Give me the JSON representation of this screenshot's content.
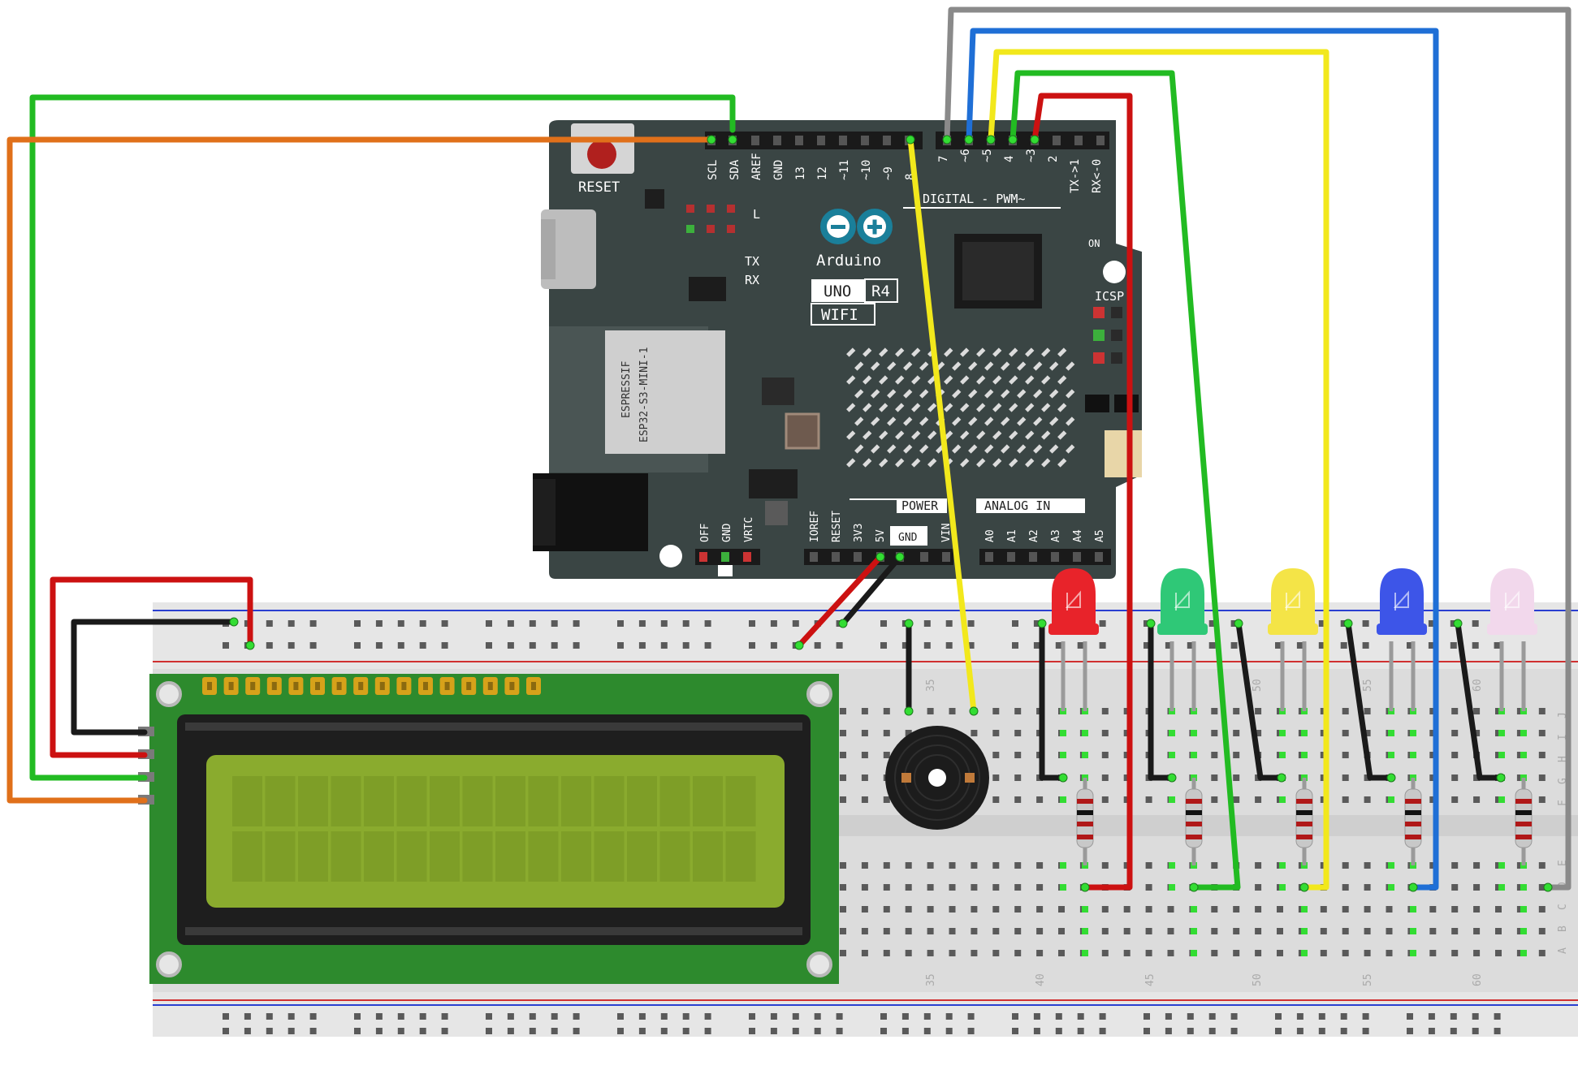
{
  "board": {
    "brand": "Arduino",
    "model": "UNO",
    "revision": "R4",
    "variant": "WIFI",
    "module_line1": "ESPRESSIF",
    "module_line2": "ESP32-S3-MINI-1",
    "reset_label": "RESET",
    "digital_header": "DIGITAL - PWM~",
    "power_header": "POWER",
    "analog_header": "ANALOG IN",
    "tx_label": "TX",
    "rx_label": "RX",
    "l_label": "L",
    "on_label": "ON",
    "icsp_label": "ICSP",
    "gnd_box_label": "GND",
    "digital_pins": [
      "SCL",
      "SDA",
      "AREF",
      "GND",
      "13",
      "12",
      "~11",
      "~10",
      "~9",
      "8",
      "7",
      "~6",
      "~5",
      "4",
      "~3",
      "2",
      "TX->1",
      "RX<-0"
    ],
    "bottom_left_pins": [
      "OFF",
      "GND",
      "VRTC"
    ],
    "power_pins": [
      "IOREF",
      "RESET",
      "3V3",
      "5V",
      "GND",
      "VIN"
    ],
    "analog_pins": [
      "A0",
      "A1",
      "A2",
      "A3",
      "A4",
      "A5"
    ]
  },
  "breadboard": {
    "column_numbers": [
      "35",
      "40",
      "45",
      "50",
      "55",
      "60"
    ],
    "row_letters_top": [
      "J",
      "I",
      "H",
      "G",
      "F"
    ],
    "row_letters_bottom": [
      "E",
      "D",
      "C",
      "B",
      "A"
    ]
  },
  "colors": {
    "board": "#3a4544",
    "lcd_pcb": "#2d8a2d",
    "lcd_screen": "#8aab2e",
    "wire_green": "#22bb22",
    "wire_orange": "#e0701a",
    "wire_red": "#cc1111",
    "wire_black": "#1a1a1a",
    "wire_yellow": "#f2e81c",
    "wire_blue": "#1f6fd6",
    "wire_gray": "#8a8a8a"
  },
  "leds": [
    {
      "color": "red",
      "hex": "#e8232a"
    },
    {
      "color": "green",
      "hex": "#2fc877"
    },
    {
      "color": "yellow",
      "hex": "#f4e447"
    },
    {
      "color": "blue",
      "hex": "#3d55e8"
    },
    {
      "color": "white",
      "hex": "#f2d8ec"
    }
  ]
}
